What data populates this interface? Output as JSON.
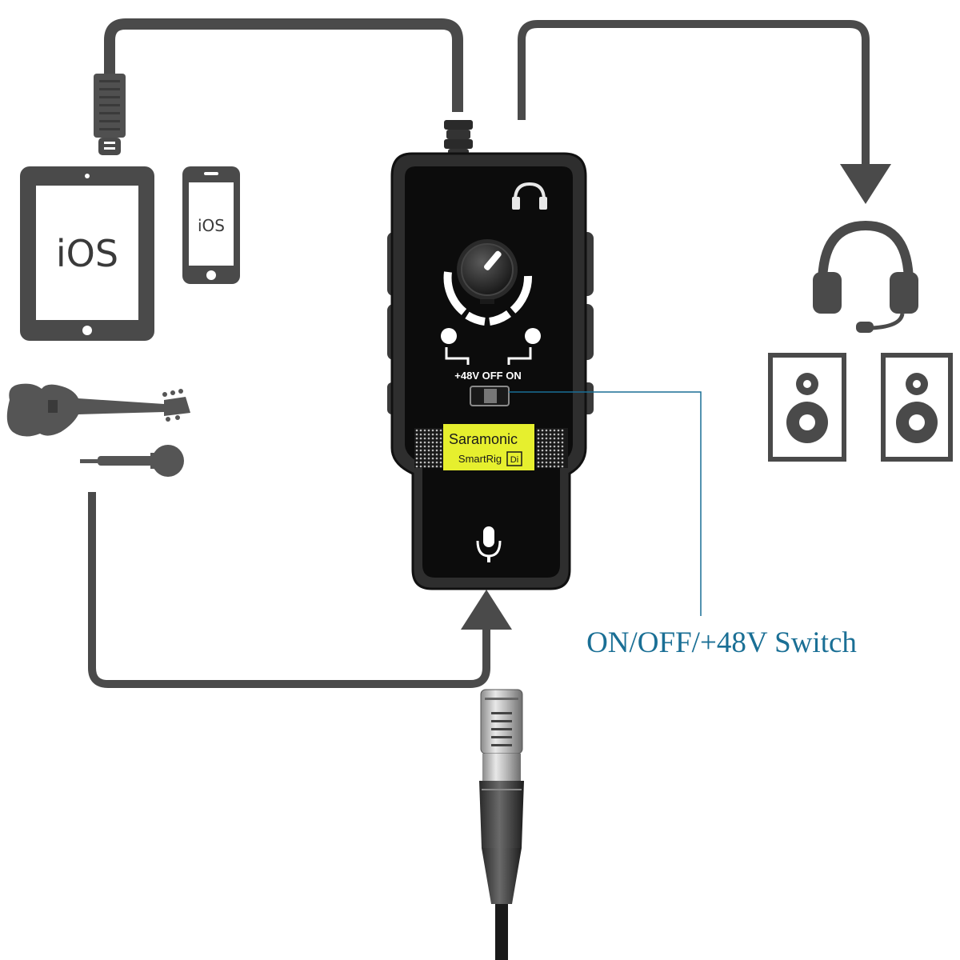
{
  "devices": {
    "tablet": {
      "label": "iOS"
    },
    "phone": {
      "label": "iOS"
    }
  },
  "interface": {
    "brand": "Saramonic",
    "model": "SmartRig",
    "model_badge": "Di",
    "switch_legend": "+48V OFF ON"
  },
  "callout": {
    "label": "ON/OFF/+48V Switch",
    "color": "#1a6f95"
  },
  "icons": [
    "lightning-plug-icon",
    "tablet-icon",
    "phone-icon",
    "guitar-icon",
    "microphone-icon",
    "headphone-jack-icon",
    "gain-knob-icon",
    "mic-jack-icon",
    "headset-icon",
    "speaker-icon",
    "xlr-connector-icon"
  ],
  "colors": {
    "line": "#4a4a4a",
    "device_body": "#1c1c1c",
    "label_yellow": "#e6ef2e"
  }
}
